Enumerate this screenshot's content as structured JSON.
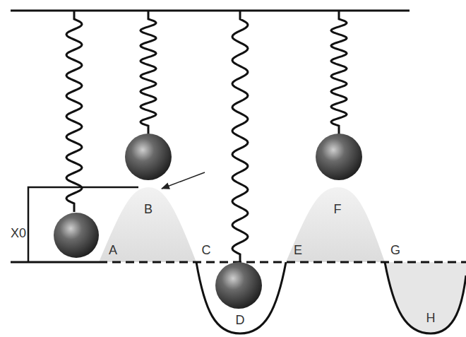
{
  "diagram": {
    "labels": [
      "X0",
      "A",
      "B",
      "C",
      "D",
      "E",
      "F",
      "G",
      "H"
    ]
  }
}
